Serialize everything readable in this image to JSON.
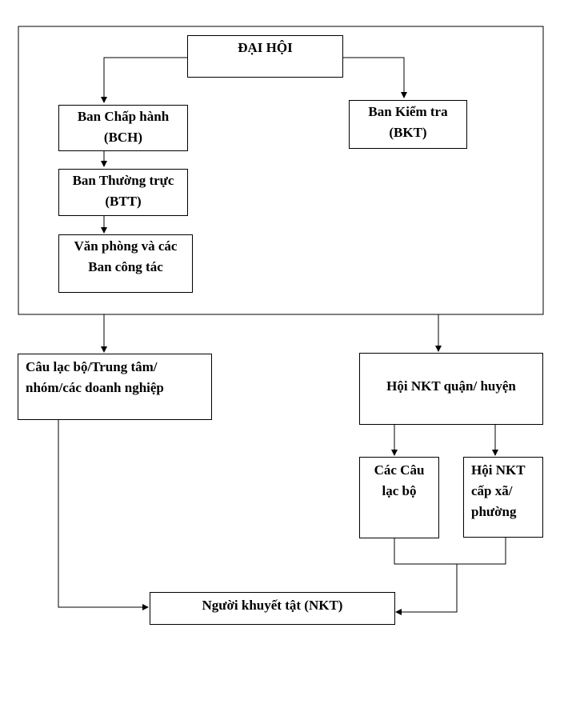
{
  "diagram": {
    "dai_hoi": "ĐẠI HỘI",
    "bch": {
      "line1": "Ban Chấp hành",
      "line2": "(BCH)"
    },
    "btt": {
      "line1": "Ban Thường trực",
      "line2": "(BTT)"
    },
    "van_phong": {
      "line1": "Văn phòng và các",
      "line2": "Ban công tác"
    },
    "bkt": {
      "line1": "Ban Kiểm tra",
      "line2": "(BKT)"
    },
    "clb_tt": {
      "line1": "Câu lạc bộ/Trung tâm/",
      "line2": "nhóm/các doanh nghiệp"
    },
    "hoi_quan": "Hội NKT quận/ huyện",
    "cac_clb": {
      "line1": "Các Câu",
      "line2": "lạc bộ"
    },
    "hoi_xa": {
      "line1": "Hội NKT",
      "line2": "cấp xã/",
      "line3": "phường"
    },
    "nkt": "Người khuyết tật (NKT)"
  },
  "colors": {
    "line": "#000000",
    "background": "#ffffff"
  }
}
